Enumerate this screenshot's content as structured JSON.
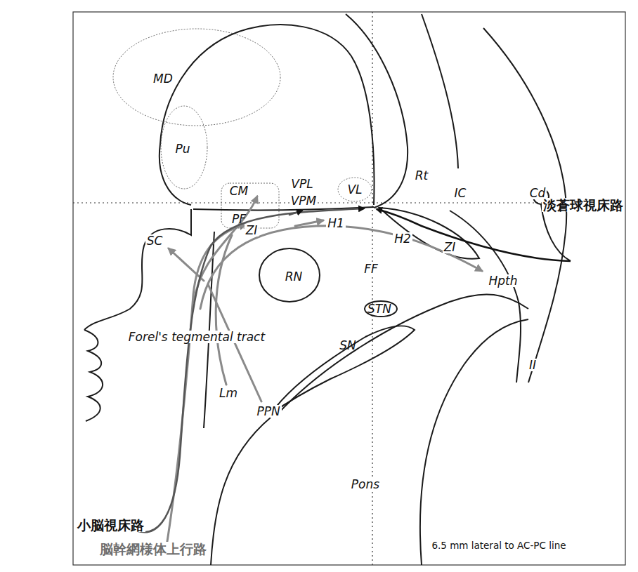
{
  "diagram": {
    "nodes": [
      {
        "text": [
          "MD"
        ]
      },
      {
        "text": [
          "Pu"
        ]
      },
      {
        "text": [
          "CM",
          "PF"
        ]
      },
      {
        "text": [
          "VL"
        ]
      },
      {
        "text": [
          "RN"
        ]
      },
      {
        "text": [
          "STN"
        ]
      },
      {
        "text": [
          "SN"
        ]
      }
    ],
    "labels": [
      "VPL",
      "VPM",
      "ZI",
      "H1",
      "Rt",
      "IC",
      "Cd",
      "H2",
      "ZI",
      "淡蒼球視床路",
      "SC",
      "FF",
      "Hpth",
      "Forel's tegmental tract",
      "Lm",
      "PPN",
      "II",
      "Pons",
      "小脳視床路",
      "脳幹網様体上行路",
      "6.5 mm lateral to AC-PC line"
    ]
  }
}
